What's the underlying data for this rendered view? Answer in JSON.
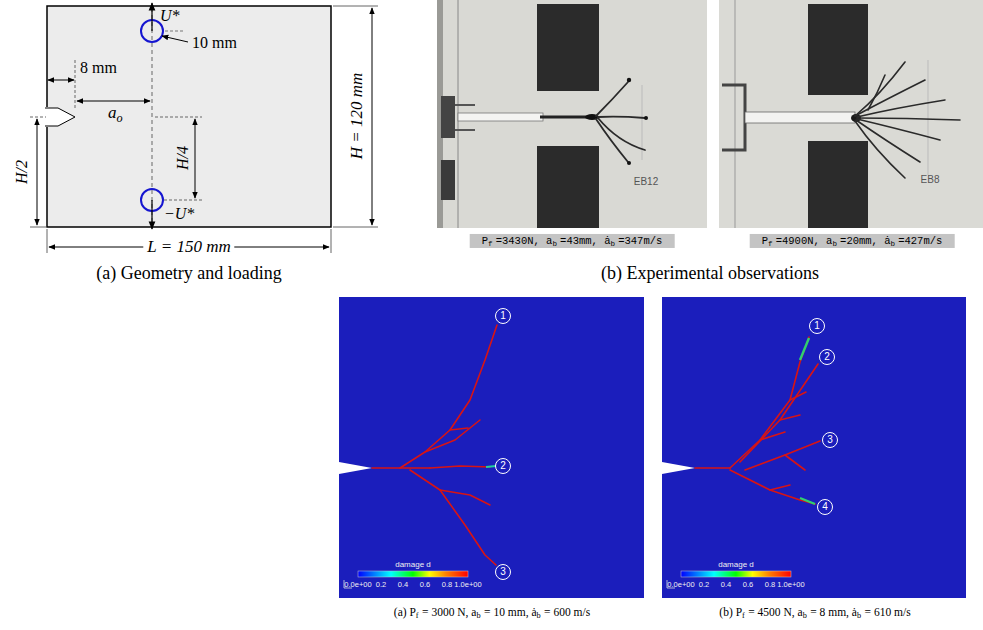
{
  "diagram": {
    "nodes": [
      {
        "text": [
          "1"
        ]
      },
      {
        "text": [
          "2"
        ]
      },
      {
        "text": [
          "3"
        ]
      },
      {
        "text": [
          "1"
        ]
      },
      {
        "text": [
          "2"
        ]
      },
      {
        "text": [
          "3"
        ]
      },
      {
        "text": [
          "4"
        ]
      }
    ],
    "labels": [
      "U*",
      "10 mm",
      "8 mm",
      "a",
      "o",
      "H/4",
      "H/2",
      "H = 120 mm",
      "−U*",
      "L = 150 mm",
      "(a) Geometry and loading",
      "EB12",
      "EB8",
      "P",
      "f",
      "=3430N, a",
      "b",
      "=43mm, ȧ",
      "b",
      "=347m/s",
      "P",
      "f",
      "=4900N, a",
      "b",
      "=20mm, ȧ",
      "b",
      "=427m/s",
      "(b) Experimental observations",
      "damage d",
      "0.0e+00",
      "0.2",
      "0.4",
      "0.6",
      "0.8",
      "1.0e+00",
      "damage d",
      "0.0e+00",
      "0.2",
      "0.4",
      "0.6",
      "0.8",
      "1.0e+00",
      "(a) P",
      "f",
      "= 3000 N, a",
      "b",
      "= 10 mm, ȧ",
      "b",
      "= 600 m/s",
      "(b) P",
      "f",
      "= 4500 N, a",
      "b",
      "= 8 mm, ȧ",
      "b",
      "= 610 m/s"
    ]
  }
}
